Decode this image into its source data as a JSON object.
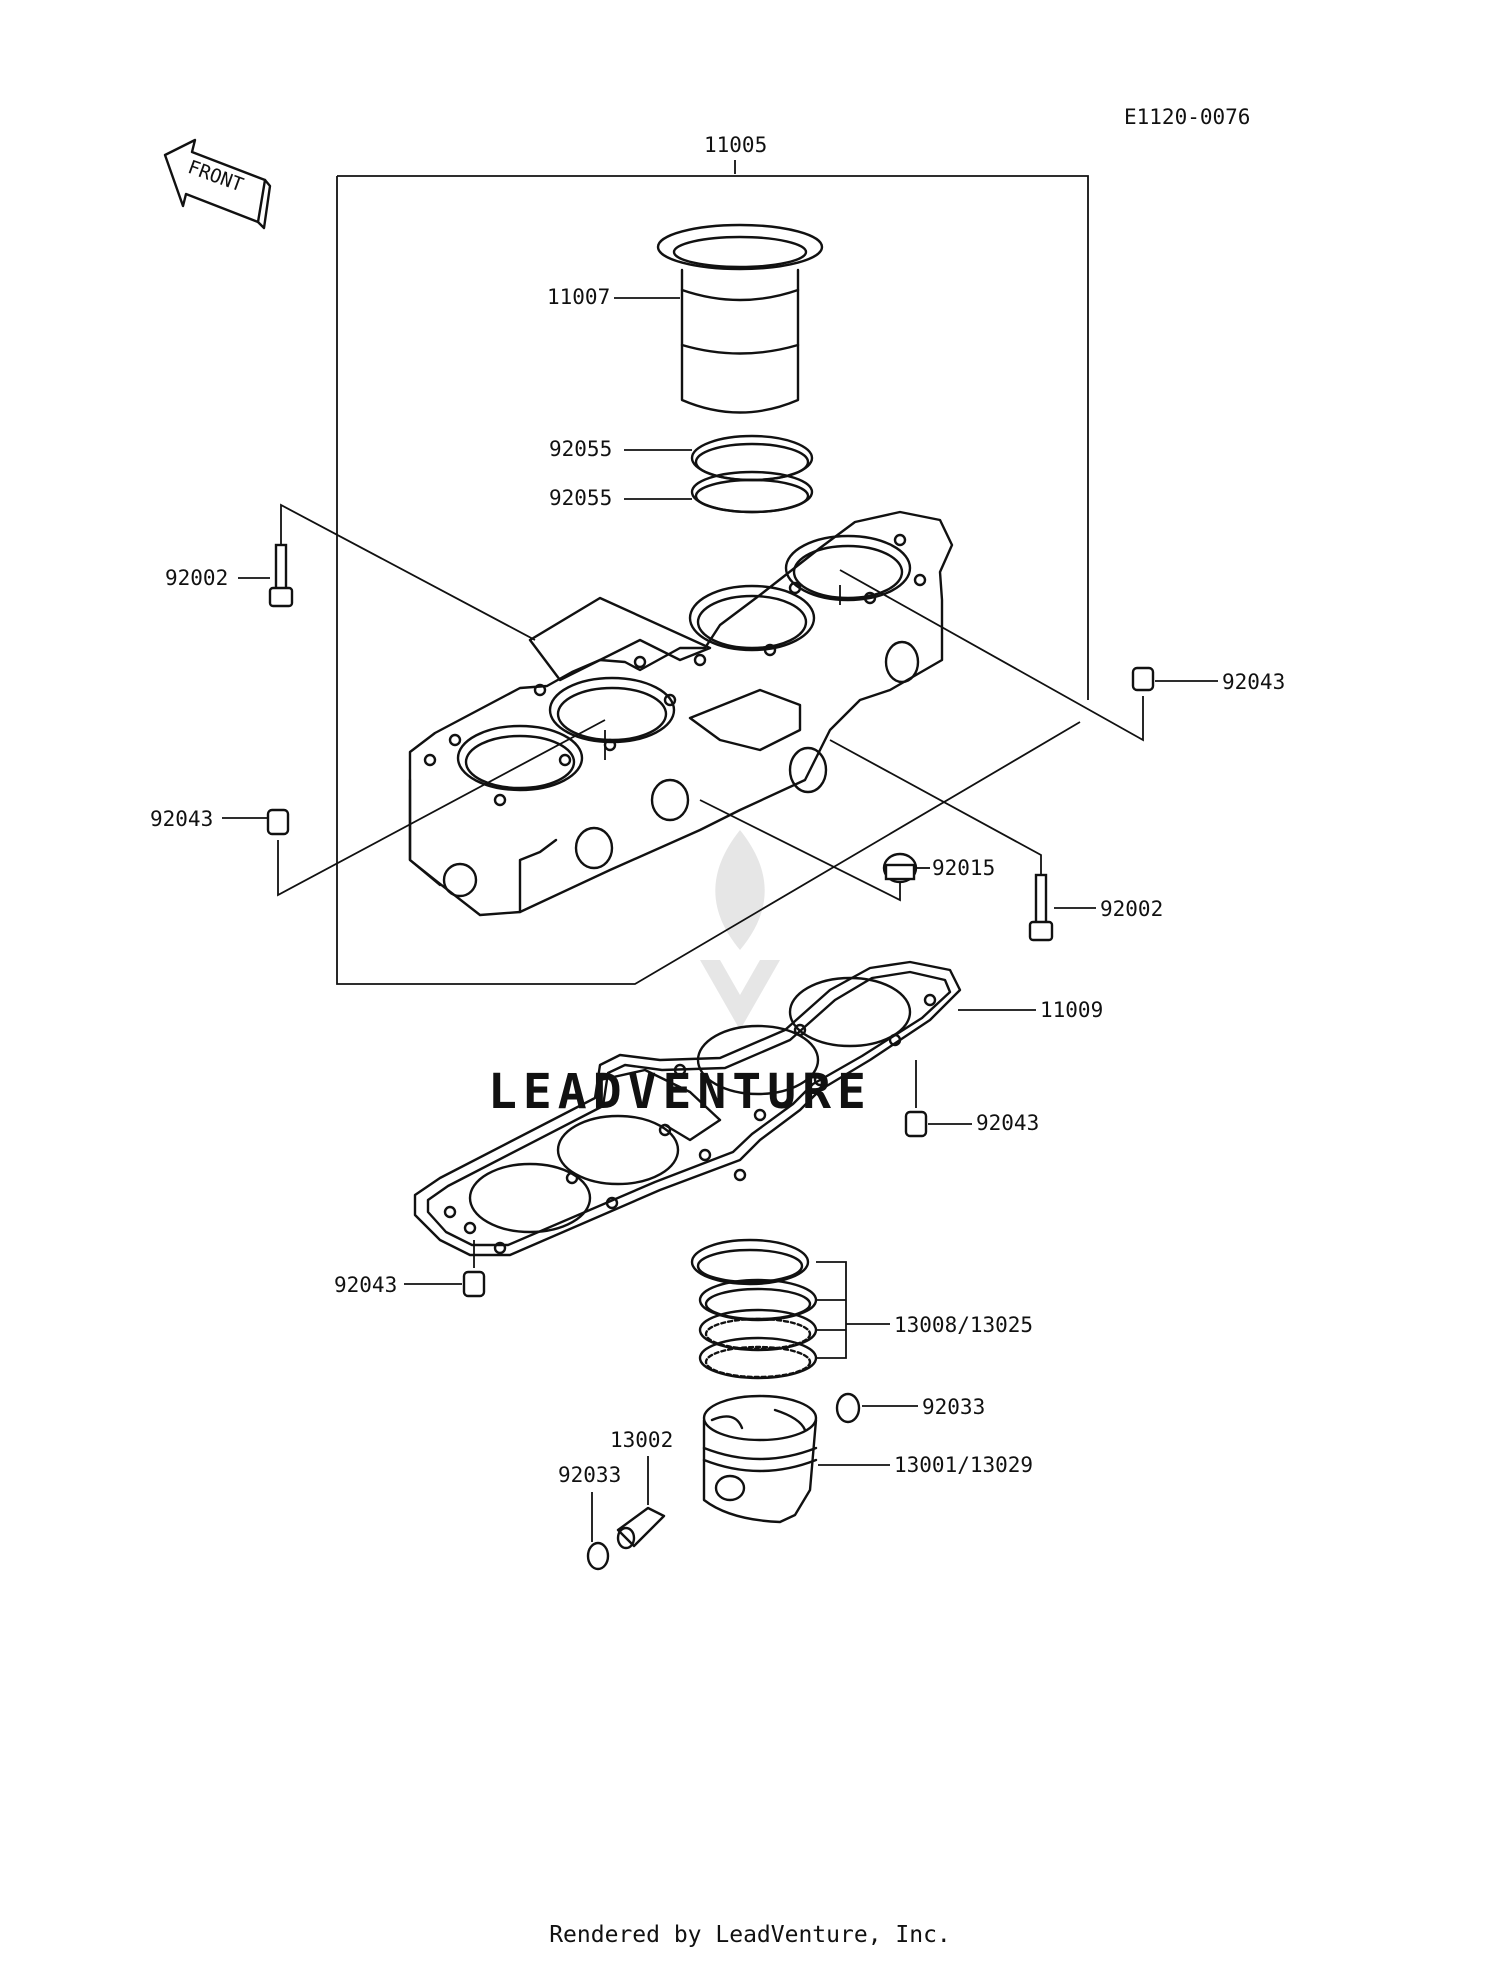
{
  "diagram_id": "E1120-0076",
  "front_label": "FRONT",
  "watermark": "LEADVENTURE",
  "footer": "Rendered by LeadVenture, Inc.",
  "callouts": {
    "c11005": "11005",
    "c11007": "11007",
    "c92055a": "92055",
    "c92055b": "92055",
    "c92002a": "92002",
    "c92043a": "92043",
    "c92043b": "92043",
    "c92015": "92015",
    "c92002b": "92002",
    "c11009": "11009",
    "c92043c": "92043",
    "c92043d": "92043",
    "c13008": "13008/13025",
    "c92033a": "92033",
    "c13002": "13002",
    "c92033b": "92033",
    "c13001": "13001/13029"
  }
}
